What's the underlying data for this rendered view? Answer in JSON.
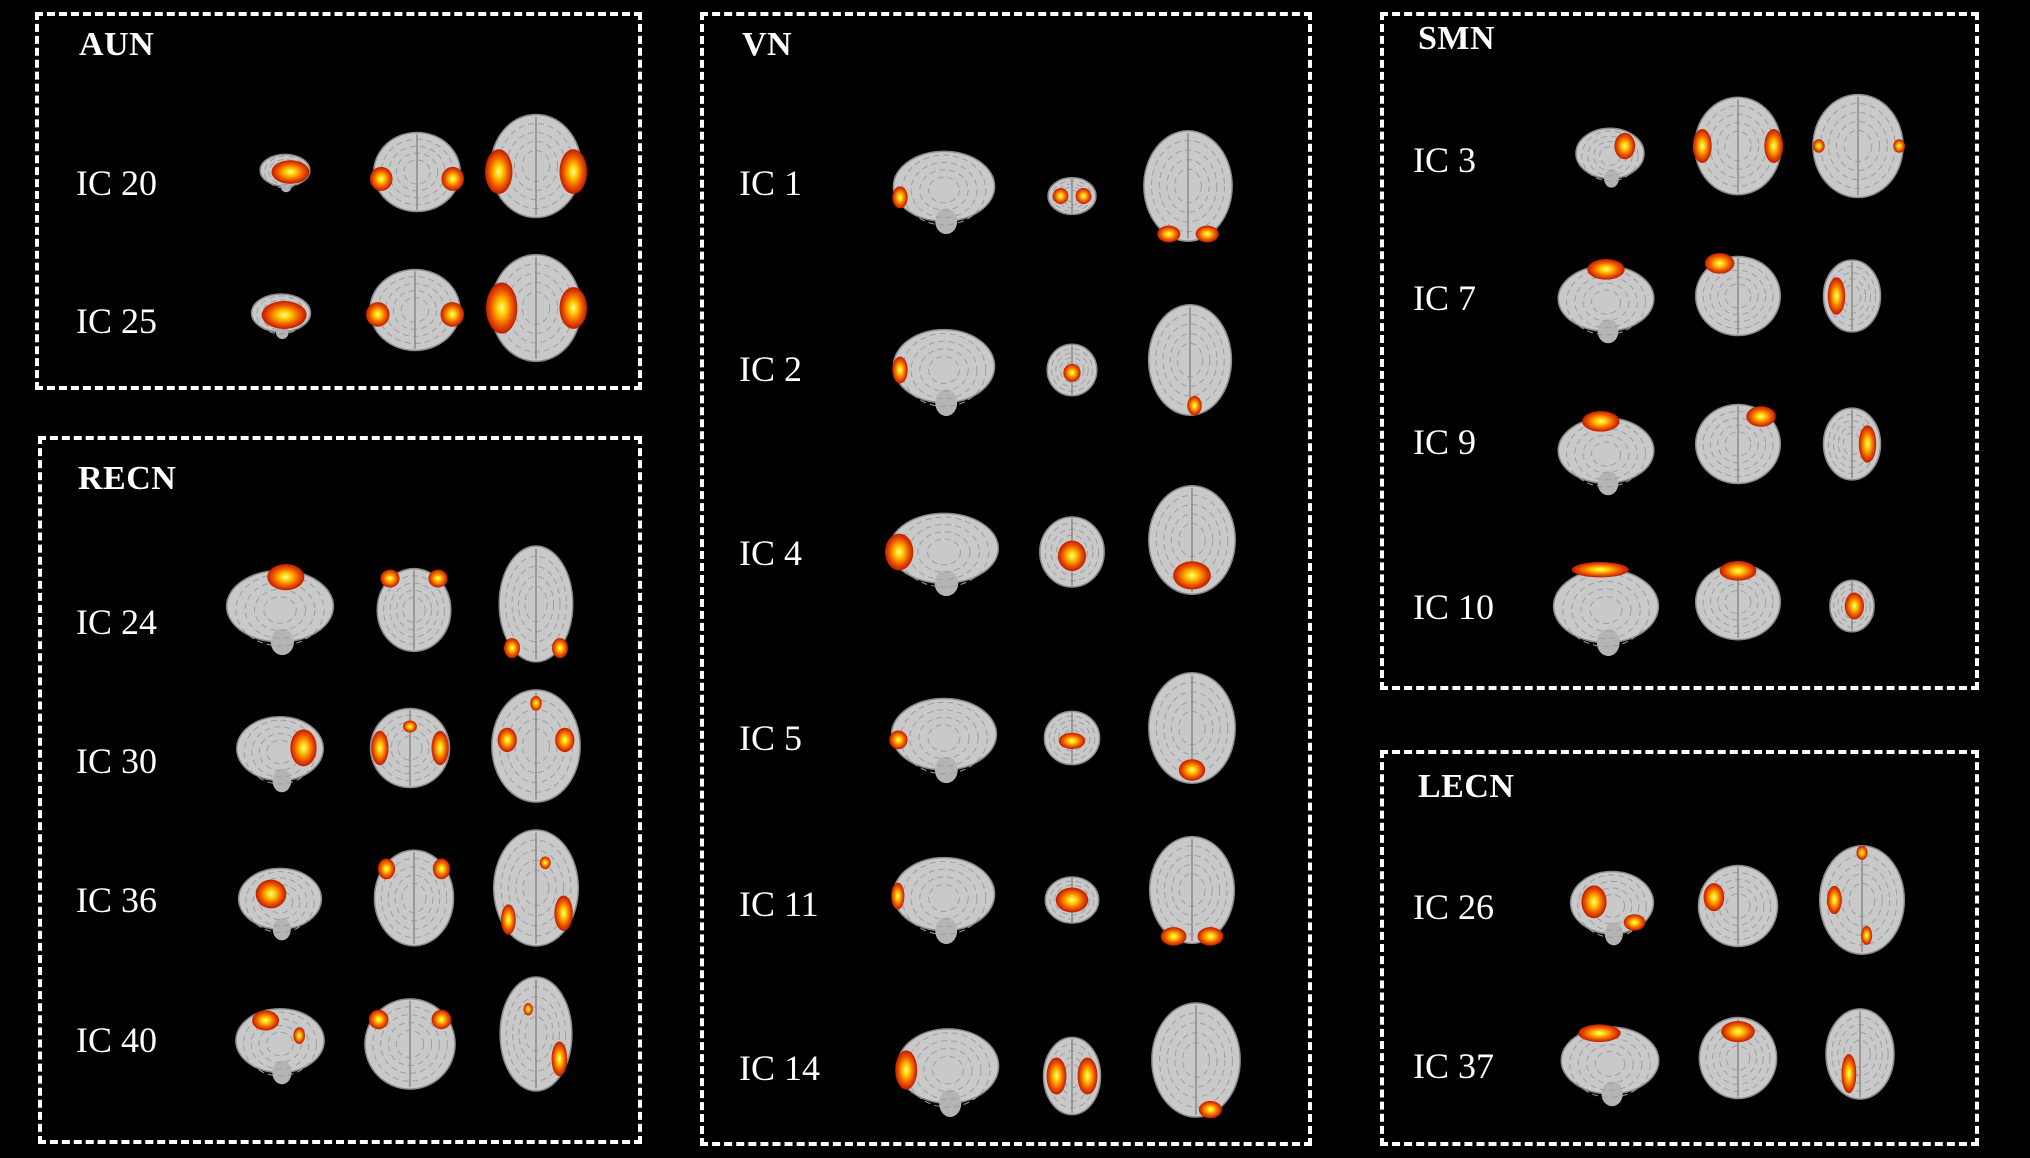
{
  "figure": {
    "background": "#000000",
    "text_color": "#ffffff",
    "brain_color": "#c9c9c9",
    "activation_colors": [
      "#c01a00",
      "#f06000",
      "#ffc800",
      "#ffff90"
    ]
  },
  "panels": [
    {
      "id": "aun",
      "title": "AUN",
      "rows": [
        {
          "label": "IC 20",
          "views": [
            "sagittal-small",
            "coronal",
            "axial"
          ]
        },
        {
          "label": "IC 25",
          "views": [
            "sagittal-small",
            "coronal",
            "axial"
          ]
        }
      ]
    },
    {
      "id": "recn",
      "title": "RECN",
      "rows": [
        {
          "label": "IC 24",
          "views": [
            "sagittal",
            "coronal",
            "axial"
          ]
        },
        {
          "label": "IC 30",
          "views": [
            "sagittal",
            "coronal",
            "axial"
          ]
        },
        {
          "label": "IC 36",
          "views": [
            "sagittal",
            "coronal",
            "axial"
          ]
        },
        {
          "label": "IC 40",
          "views": [
            "sagittal",
            "coronal",
            "axial"
          ]
        }
      ]
    },
    {
      "id": "vn",
      "title": "VN",
      "rows": [
        {
          "label": "IC 1",
          "views": [
            "sagittal",
            "coronal-small",
            "axial"
          ]
        },
        {
          "label": "IC 2",
          "views": [
            "sagittal",
            "coronal-small",
            "axial"
          ]
        },
        {
          "label": "IC 4",
          "views": [
            "sagittal",
            "coronal-small",
            "axial"
          ]
        },
        {
          "label": "IC 5",
          "views": [
            "sagittal",
            "coronal-small",
            "axial"
          ]
        },
        {
          "label": "IC 11",
          "views": [
            "sagittal",
            "coronal-small",
            "axial"
          ]
        },
        {
          "label": "IC 14",
          "views": [
            "sagittal",
            "coronal-small",
            "axial"
          ]
        }
      ]
    },
    {
      "id": "smn",
      "title": "SMN",
      "rows": [
        {
          "label": "IC 3",
          "views": [
            "sagittal-small",
            "coronal",
            "axial"
          ]
        },
        {
          "label": "IC 7",
          "views": [
            "sagittal",
            "coronal",
            "axial-small"
          ]
        },
        {
          "label": "IC 9",
          "views": [
            "sagittal",
            "coronal",
            "axial-small"
          ]
        },
        {
          "label": "IC 10",
          "views": [
            "sagittal",
            "coronal",
            "axial-small"
          ]
        }
      ]
    },
    {
      "id": "lecn",
      "title": "LECN",
      "rows": [
        {
          "label": "IC 26",
          "views": [
            "sagittal",
            "coronal",
            "axial"
          ]
        },
        {
          "label": "IC 37",
          "views": [
            "sagittal",
            "coronal",
            "axial"
          ]
        }
      ]
    }
  ]
}
